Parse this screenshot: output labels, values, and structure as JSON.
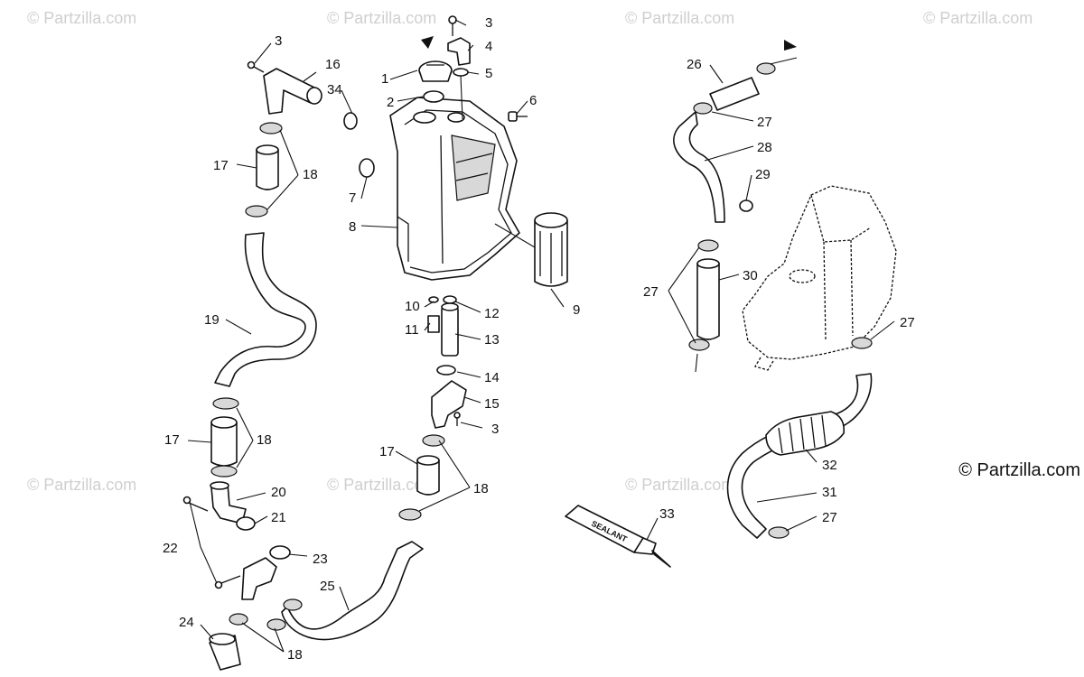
{
  "watermark": "© Partzilla.com",
  "credit": "© Partzilla.com",
  "sealant_label": "SEALANT",
  "callouts": {
    "c1": "1",
    "c2": "2",
    "c3a": "3",
    "c3b": "3",
    "c3c": "3",
    "c4": "4",
    "c5": "5",
    "c6": "6",
    "c7": "7",
    "c8": "8",
    "c9": "9",
    "c10": "10",
    "c11": "11",
    "c12": "12",
    "c13": "13",
    "c14": "14",
    "c15": "15",
    "c16": "16",
    "c17a": "17",
    "c17b": "17",
    "c17c": "17",
    "c18a": "18",
    "c18b": "18",
    "c18c": "18",
    "c18d": "18",
    "c19": "19",
    "c20": "20",
    "c21": "21",
    "c22": "22",
    "c23": "23",
    "c24": "24",
    "c25": "25",
    "c26": "26",
    "c27a": "27",
    "c27b": "27",
    "c27c": "27",
    "c27d": "27",
    "c28": "28",
    "c29": "29",
    "c30": "30",
    "c31": "31",
    "c32": "32",
    "c33": "33",
    "c34": "34"
  }
}
